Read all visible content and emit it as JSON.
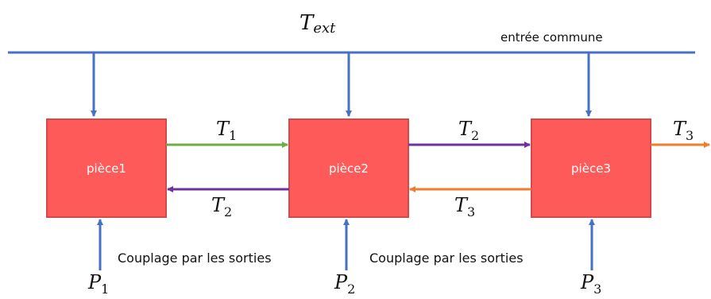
{
  "header": {
    "ext_var_main": "T",
    "ext_var_sub": "ext",
    "common_input_label": "entrée commune"
  },
  "rooms": [
    {
      "label": "pièce1"
    },
    {
      "label": "pièce2"
    },
    {
      "label": "pièce3"
    }
  ],
  "signals": {
    "t1_main": "T",
    "t1_sub": "1",
    "t2_top_main": "T",
    "t2_top_sub": "2",
    "t2_bottom_main": "T",
    "t2_bottom_sub": "2",
    "t3_bottom_main": "T",
    "t3_bottom_sub": "3",
    "t3_out_main": "T",
    "t3_out_sub": "3"
  },
  "inputs": [
    {
      "main": "P",
      "sub": "1"
    },
    {
      "main": "P",
      "sub": "2"
    },
    {
      "main": "P",
      "sub": "3"
    }
  ],
  "coupling_labels": [
    "Couplage par les sorties",
    "Couplage par les sorties"
  ],
  "colors": {
    "bus": "#4472c4",
    "box_fill": "#ff5a5a",
    "box_stroke": "#d24a4a",
    "green": "#70ad47",
    "purple": "#7030a0",
    "orange": "#ed7d31"
  }
}
